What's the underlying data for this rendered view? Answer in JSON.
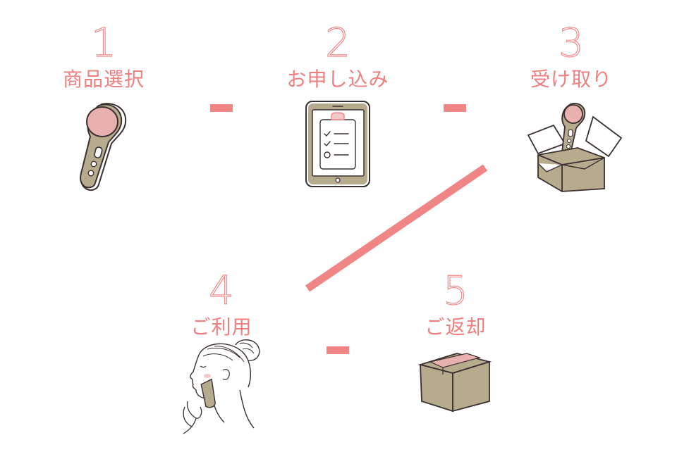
{
  "steps": [
    {
      "number": "1",
      "label": "商品選択",
      "icon": "beauty-device-icon"
    },
    {
      "number": "2",
      "label": "お申し込み",
      "icon": "tablet-checklist-icon"
    },
    {
      "number": "3",
      "label": "受け取り",
      "icon": "open-box-device-icon"
    },
    {
      "number": "4",
      "label": "ご利用",
      "icon": "woman-using-device-icon"
    },
    {
      "number": "5",
      "label": "ご返却",
      "icon": "closed-box-icon"
    }
  ],
  "colors": {
    "accent": "#f08585",
    "device_body": "#b7ab8e",
    "device_head": "#e9b0b0",
    "outline": "#3b3030"
  }
}
